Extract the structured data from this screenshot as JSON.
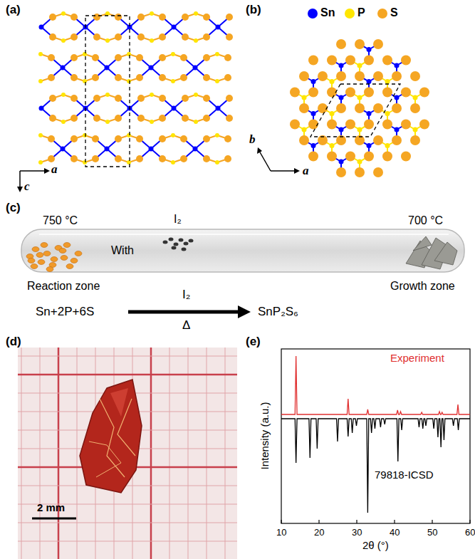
{
  "diagram": {
    "labels": [
      "(a)",
      "a",
      "c",
      "(b)",
      "b",
      "a",
      "(c)",
      "750 °C",
      "I₂",
      "With",
      "Reaction zone",
      "700 °C",
      "Growth zone",
      "Sn+2P+6S",
      "I₂",
      "Δ",
      "SnP₂S₆",
      "(d)",
      "2 mm",
      "(e)",
      "Experiment",
      "79818-ICSD",
      "Intensity (a.u.)",
      "2θ (°)",
      "10",
      "20",
      "30",
      "40",
      "50",
      "60"
    ],
    "legend": [
      {
        "text": "Sn",
        "color": "#0000ff"
      },
      {
        "text": "P",
        "color": "#ffe600"
      },
      {
        "text": "S",
        "color": "#f5a623"
      }
    ]
  }
}
